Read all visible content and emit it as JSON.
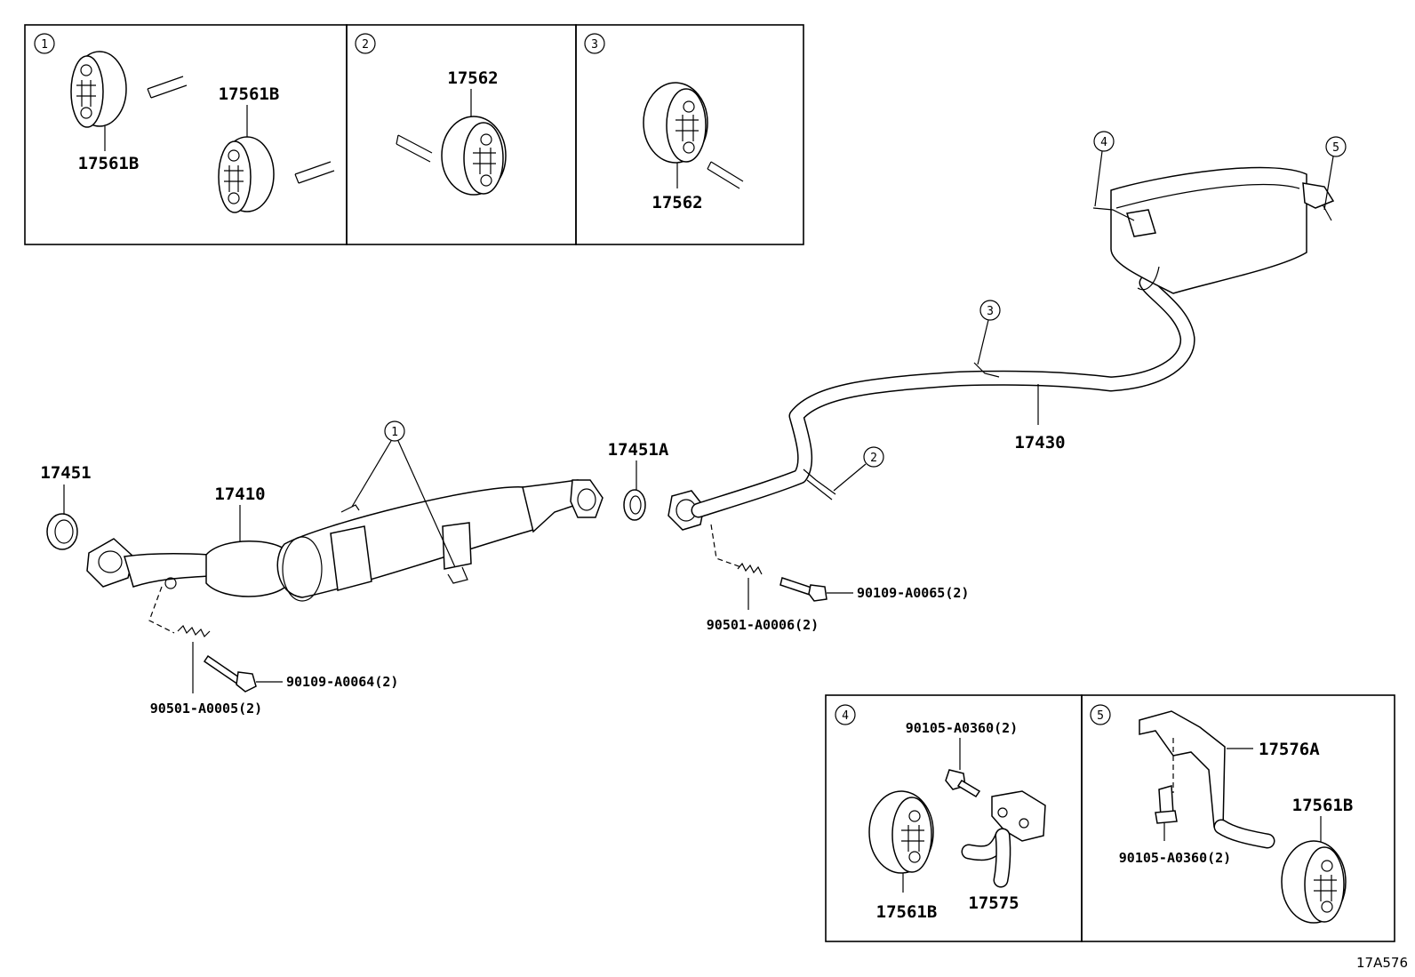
{
  "diagram_id": "17A576",
  "insets": [
    {
      "number": "1",
      "labels": [
        "17561B",
        "17561B"
      ]
    },
    {
      "number": "2",
      "labels": [
        "17562"
      ]
    },
    {
      "number": "3",
      "labels": [
        "17562"
      ]
    },
    {
      "number": "4",
      "labels": [
        "90105-A0360(2)",
        "17561B",
        "17575"
      ]
    },
    {
      "number": "5",
      "labels": [
        "17576A",
        "90105-A0360(2)",
        "17561B"
      ]
    }
  ],
  "main": {
    "callouts": [
      "1",
      "2",
      "3",
      "4",
      "5"
    ],
    "parts": {
      "gasket_front": "17451",
      "front_pipe_converter": "17410",
      "gasket_center": "17451A",
      "tail_pipe_muffler": "17430",
      "spring_front": "90501-A0005(2)",
      "bolt_front": "90109-A0064(2)",
      "spring_rear": "90501-A0006(2)",
      "bolt_rear": "90109-A0065(2)"
    }
  }
}
